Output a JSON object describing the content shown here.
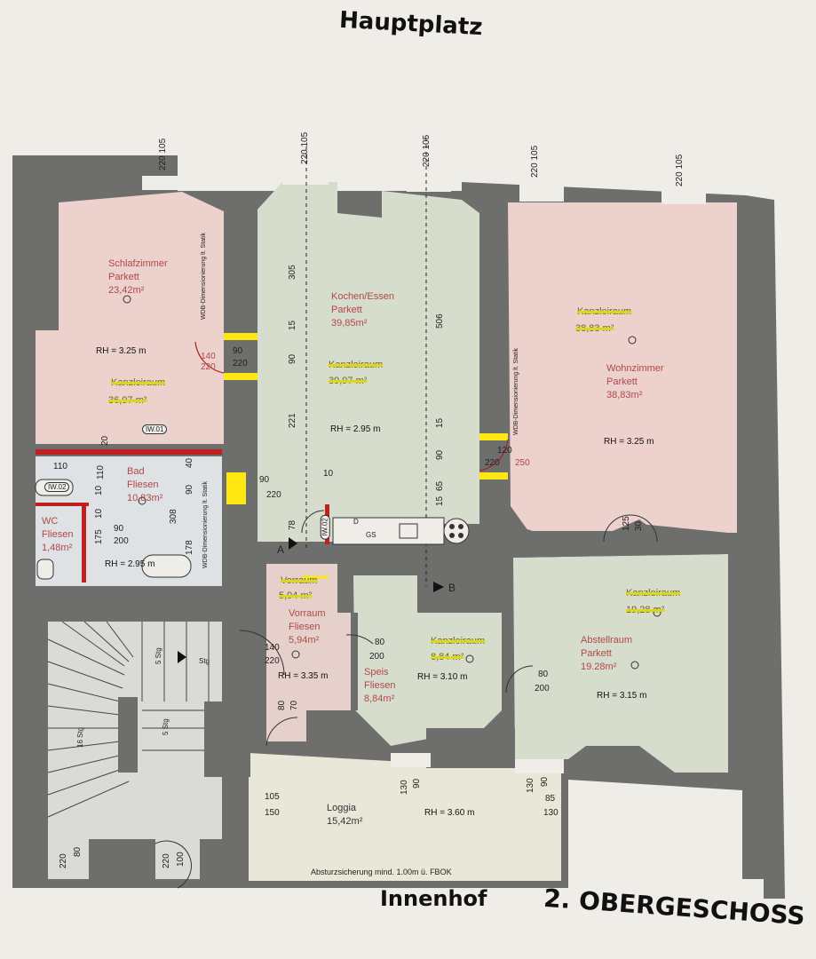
{
  "headings": {
    "top_street": "Hauptplatz",
    "bottom_court": "Innenhof",
    "floor": "2. OBERGESCHOSS"
  },
  "rooms": {
    "schlafzimmer": {
      "name": "Schlafzimmer",
      "floor": "Parkett",
      "area": "23,42m²",
      "rh": "RH = 3.25 m",
      "old_name": "Kanzleiraum",
      "old_area": "36,97 m²"
    },
    "kochen": {
      "name": "Kochen/Essen",
      "floor": "Parkett",
      "area": "39,85m²",
      "rh": "RH = 2.95 m",
      "old_name": "Kanzleiraum",
      "old_area": "39,97 m²"
    },
    "wohnzimmer": {
      "name": "Wohnzimmer",
      "floor": "Parkett",
      "area": "38,83m²",
      "rh": "RH = 3.25 m",
      "old_name": "Kanzleiraum",
      "old_area": "38,83 m²"
    },
    "bad": {
      "name": "Bad",
      "floor": "Fliesen",
      "area": "10,83m²"
    },
    "wc": {
      "name": "WC",
      "floor": "Fliesen",
      "area": "1,48m²"
    },
    "vorraum": {
      "name": "Vorraum",
      "floor": "Fliesen",
      "area": "5,94m²",
      "rh": "RH = 3.35 m",
      "old_name": "Vorraum",
      "old_area": "5,94 m²"
    },
    "speis": {
      "name": "Speis",
      "floor": "Fliesen",
      "area": "8,84m²",
      "rh": "RH = 3.10 m",
      "old_name": "Kanzleiraum",
      "old_area": "8,84 m²"
    },
    "abstellraum": {
      "name": "Abstellraum",
      "floor": "Parkett",
      "area": "19.28m²",
      "rh": "RH = 3.15 m",
      "old_name": "Kanzleiraum",
      "old_area": "19,28 m²"
    },
    "loggia": {
      "name": "Loggia",
      "area": "15,42m²",
      "rh": "RH = 3.60 m"
    }
  },
  "notes": {
    "wdb": "WDB-Dimensionierung",
    "statik": "lt. Statik",
    "absturz": "Absturzsicherung mind. 1.00m ü. FBOK",
    "bad_rh": "RH = 2.95 m"
  },
  "tags": {
    "iw01": "IW.01",
    "iw02": "IW.02",
    "iw02b": "IW.02"
  },
  "section_marks": {
    "a": "A",
    "b": "B"
  },
  "dimensions": {
    "win1": [
      "220",
      "105"
    ],
    "win2": [
      "220",
      "105"
    ],
    "win3": [
      "220",
      "105"
    ],
    "win4": [
      "220",
      "105"
    ],
    "win5": [
      "220",
      "105"
    ],
    "k_305": "305",
    "k_15": "15",
    "k_90": "90",
    "k_221": "221",
    "k_78": "78",
    "k_10": "10",
    "k_506": "506",
    "k_15b": "15",
    "k_90b": "90",
    "k_65": "65",
    "k_15c": "15",
    "door_l": [
      "140",
      "220",
      "90",
      "220"
    ],
    "door_r": [
      "120",
      "220",
      "250"
    ],
    "door_ks": [
      "90",
      "220"
    ],
    "bad_110a": "110",
    "bad_110b": "110",
    "bad_20": "20",
    "bad_308": "308",
    "bad_90": "90",
    "bad_40": "40",
    "bad_178": "178",
    "bad_175": "175",
    "bad_10": "10",
    "bad_10b": "10",
    "bad_90b": "90",
    "bad_200": "200",
    "vr_140": "140",
    "vr_220": "220",
    "vr_80": "80",
    "vr_70": "70",
    "sp_80": "80",
    "sp_200": "200",
    "ab_80": "80",
    "ab_200": "200",
    "ab_125": "125",
    "ab_30": "30",
    "lg_105": "105",
    "lg_150": "150",
    "lg_130a": "130",
    "lg_90a": "90",
    "lg_130b": "130",
    "lg_90b": "90",
    "lg_85": "85",
    "lg_130c": "130",
    "st_220": "220",
    "st_80": "80",
    "st_220b": "220",
    "st_100": "100",
    "stg1": "5 Stg",
    "stg2": "5 Stg",
    "stg3": "Stg",
    "stg4": "16 Stg"
  },
  "appliance_labels": {
    "gs": "GS",
    "d": "D"
  },
  "colors": {
    "wall": "#6c6c6a",
    "pink_room": "#ecd2ce",
    "green_room": "#d4dccb",
    "loggia": "#e8e6d6",
    "stair": "#d8d8d6",
    "yellow": "#ffee10"
  }
}
